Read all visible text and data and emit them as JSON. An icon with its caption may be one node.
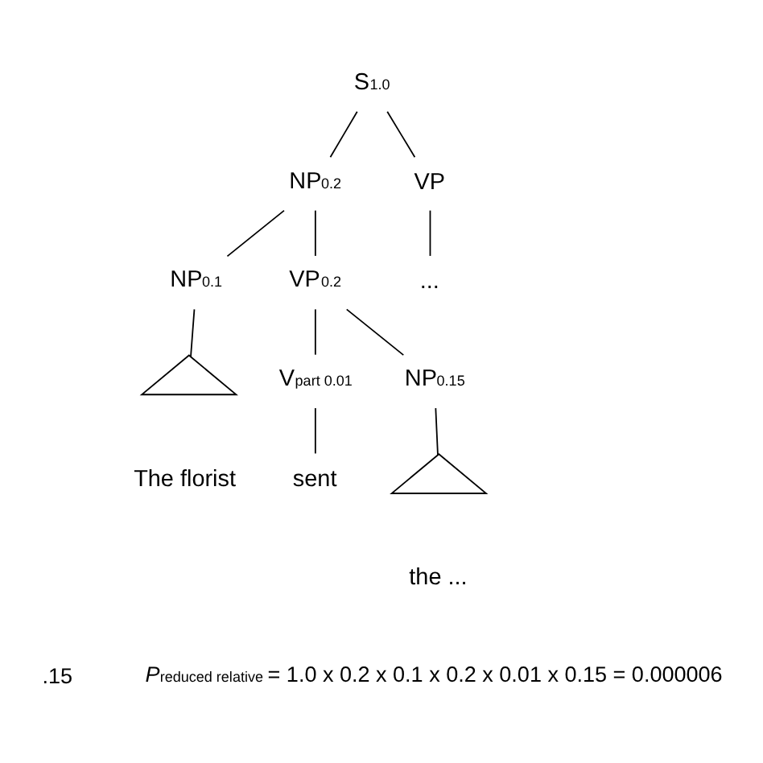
{
  "diagram": {
    "nodes": [
      {
        "text": [
          "S$_{1.0}$"
        ]
      },
      {
        "text": [
          "NP$_{0.2}$"
        ]
      },
      {
        "text": [
          "VP"
        ]
      },
      {
        "text": [
          "NP$_{0.1}$"
        ]
      },
      {
        "text": [
          "VP$_{0.2}$"
        ]
      },
      {
        "text": [
          "..."
        ]
      },
      {
        "text": [],
        "shape": "triangle"
      },
      {
        "text": [
          "The florist"
        ]
      },
      {
        "text": [
          "V$_{part 0.01}$"
        ]
      },
      {
        "text": [
          "NP$_{0.15}$"
        ]
      },
      {
        "text": [],
        "shape": "triangle"
      },
      {
        "text": [
          "sent"
        ]
      },
      {
        "text": [
          "the ..."
        ]
      }
    ],
    "edges": [
      {
        "from": 0,
        "to": 1,
        "arrow": "none"
      },
      {
        "from": 0,
        "to": 2,
        "arrow": "none"
      },
      {
        "from": 1,
        "to": 3,
        "arrow": "none"
      },
      {
        "from": 1,
        "to": 4,
        "arrow": "none"
      },
      {
        "from": 2,
        "to": 5,
        "arrow": "none"
      },
      {
        "from": 3,
        "to": 6,
        "arrow": "none"
      },
      {
        "from": 4,
        "to": 8,
        "arrow": "none"
      },
      {
        "from": 4,
        "to": 9,
        "arrow": "none"
      },
      {
        "from": 9,
        "to": 10,
        "arrow": "none"
      },
      {
        "from": 8,
        "to": 11,
        "arrow": "none"
      }
    ],
    "labels": [
      ".15",
      "*P*$_{reduced relative}$ = 1.0 x 0.2 x 0.1 x 0.2 x 0.01 x 0.15 = 0.000006"
    ]
  }
}
